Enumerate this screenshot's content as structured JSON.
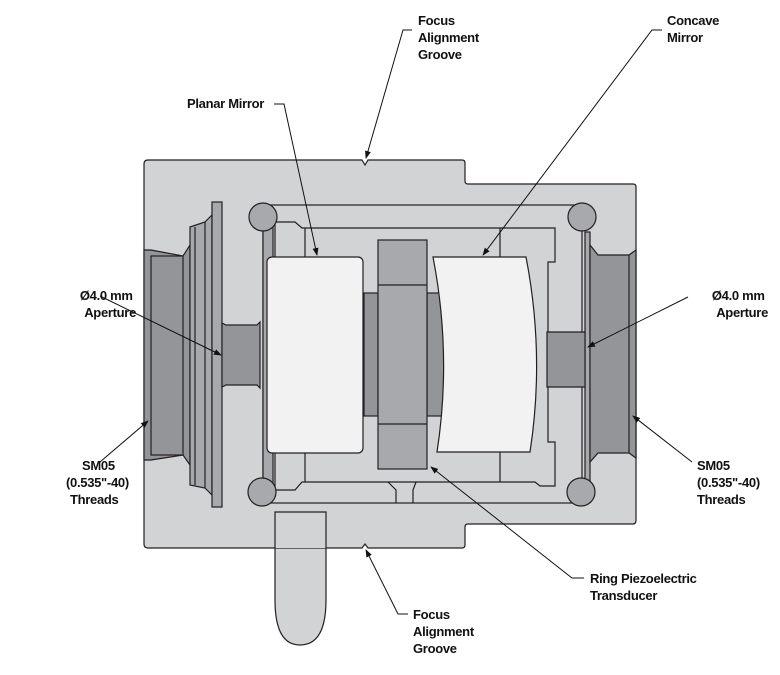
{
  "title": "Cavity cross-section diagram",
  "labels": {
    "focus_top": [
      "Focus",
      "Alignment",
      "Groove"
    ],
    "concave_mirror": [
      "Concave",
      "Mirror"
    ],
    "planar_mirror": [
      "Planar Mirror"
    ],
    "aperture_left": [
      "Ø4.0 mm",
      "Aperture"
    ],
    "aperture_right": [
      "Ø4.0 mm",
      "Aperture"
    ],
    "threads_left": [
      "SM05",
      "(0.535\"-40)",
      "Threads"
    ],
    "threads_right": [
      "SM05",
      "(0.535\"-40)",
      "Threads"
    ],
    "piezo": [
      "Ring Piezoelectric",
      "Transducer"
    ],
    "focus_bottom": [
      "Focus",
      "Alignment",
      "Groove"
    ]
  },
  "colors": {
    "light": "#d1d3d4",
    "mid": "#a7a9ac",
    "dark": "#939598",
    "glass": "#f2f2f2"
  }
}
